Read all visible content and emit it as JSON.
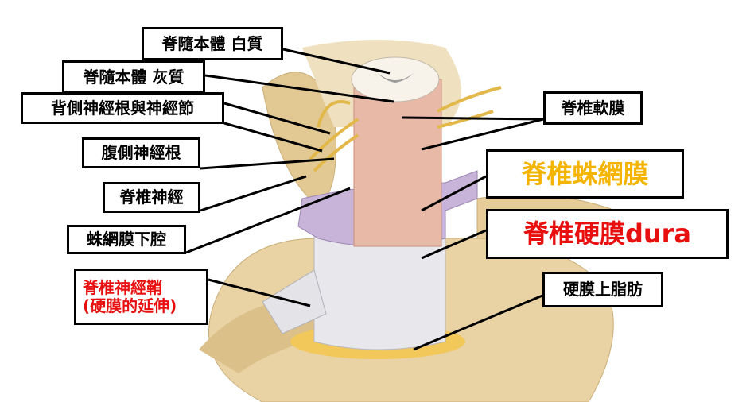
{
  "labels": {
    "white_matter": "脊隨本體 白質",
    "gray_matter": "脊隨本體 灰質",
    "dorsal_root": "背側神經根與神經節",
    "ventral_root": "腹側神經根",
    "spinal_nerve": "脊椎神經",
    "subarachnoid": "蛛網膜下腔",
    "nerve_sheath_line1": "脊椎神經鞘",
    "nerve_sheath_line2": "(硬膜的延伸)",
    "pia": "脊椎軟膜",
    "arachnoid": "脊椎蛛網膜",
    "dura": "脊椎硬膜dura",
    "epidural_fat": "硬膜上脂肪"
  },
  "colors": {
    "highlight_red": "#e8100f",
    "highlight_orange": "#f4b400"
  }
}
